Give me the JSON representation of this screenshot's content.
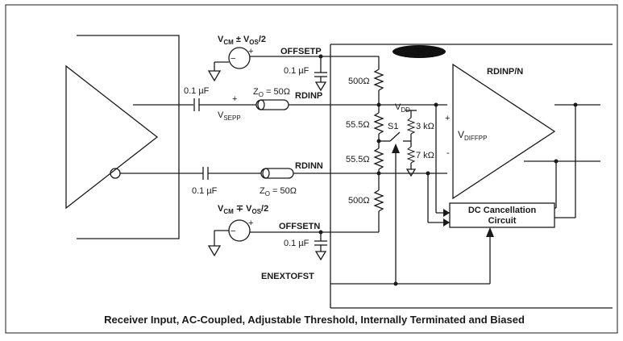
{
  "labels": {
    "vcm_top_1": "V",
    "vcm_top_2": "CM",
    "vcm_top_3": " ± V",
    "vcm_top_4": "OS",
    "vcm_top_5": "/2",
    "vcm_bot_1": "V",
    "vcm_bot_2": "CM",
    "vcm_bot_3": " ∓ V",
    "vcm_bot_4": "OS",
    "vcm_bot_5": "/2",
    "offsetp": "OFFSETP",
    "offsetn": "OFFSETN",
    "cap_offp": "0.1 µF",
    "cap_offn": "0.1 µF",
    "cap_in_p": "0.1 µF",
    "cap_in_n": "0.1 µF",
    "zo_p_1": "Z",
    "zo_p_2": "O",
    "zo_p_3": " = 50Ω",
    "zo_n_1": "Z",
    "zo_n_2": "O",
    "zo_n_3": " = 50Ω",
    "rdinp": "RDINP",
    "rdinn": "RDINN",
    "rdinpn": "RDINP/N",
    "vsepp_1": "V",
    "vsepp_2": "SEPP",
    "r500_top": "500Ω",
    "r555_top": "55.5Ω",
    "r555_bot": "55.5Ω",
    "r500_bot": "500Ω",
    "vdd_1": "V",
    "vdd_2": "DD",
    "s1": "S1",
    "r3k": "3 kΩ",
    "r7k": "7 kΩ",
    "vdiffpp_1": "V",
    "vdiffpp_2": "DIFFPP",
    "plus_in": "+",
    "minus_in": "-",
    "plus_src": "+",
    "minus_src": "−",
    "plus_src_top": "+",
    "minus_src_bot": "−",
    "plus_src_bot": "+",
    "dc_line1": "DC Cancellation",
    "dc_line2": "Circuit",
    "enextofst": "ENEXTOFST",
    "caption": "Receiver Input, AC-Coupled, Adjustable Threshold, Internally Terminated and Biased"
  }
}
